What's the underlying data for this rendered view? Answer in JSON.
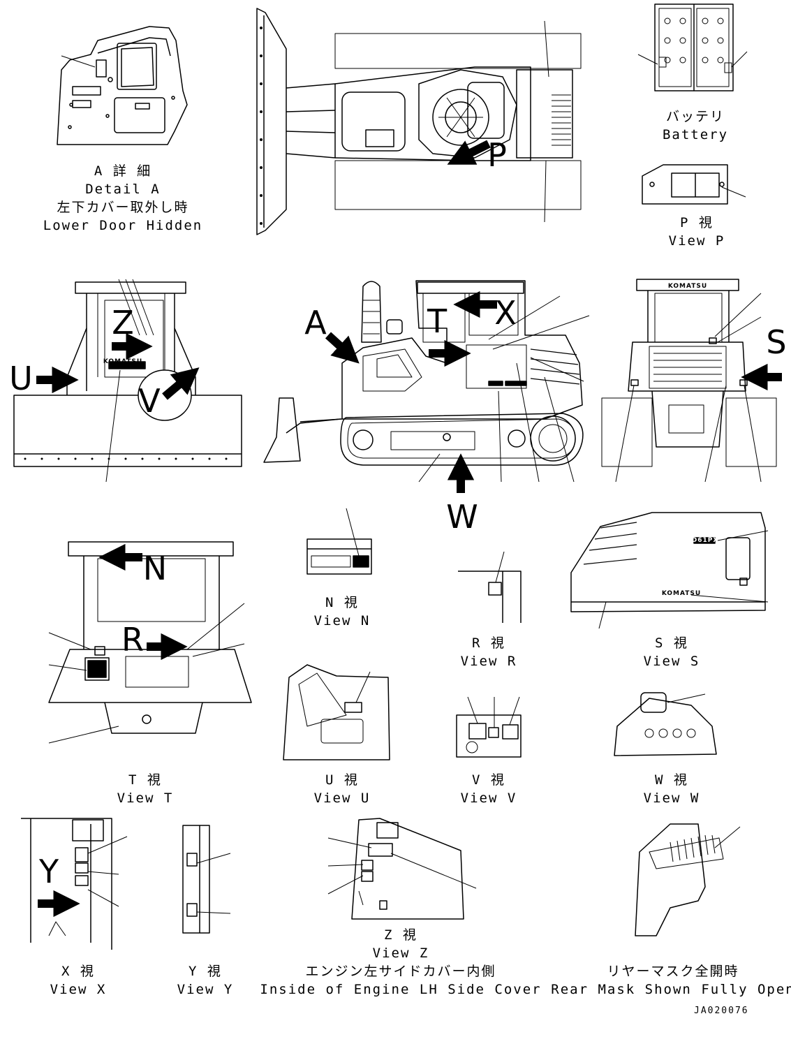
{
  "letters": [
    "A",
    "P",
    "T",
    "X",
    "Z",
    "V",
    "U",
    "S",
    "W",
    "N",
    "R",
    "Y"
  ],
  "brand": "KOMATSU",
  "model_badge": "D61PX",
  "views": {
    "detail_a": {
      "jp": "A 詳 細",
      "en": "Detail A",
      "jp2": "左下カバー取外し時",
      "en2": "Lower Door Hidden"
    },
    "battery": {
      "jp": "バッテリ",
      "en": "Battery"
    },
    "view_p": {
      "jp": "P 視",
      "en": "View P"
    },
    "view_n": {
      "jp": "N 視",
      "en": "View N"
    },
    "view_r": {
      "jp": "R 視",
      "en": "View R"
    },
    "view_s": {
      "jp": "S 視",
      "en": "View S"
    },
    "view_t": {
      "jp": "T 視",
      "en": "View T"
    },
    "view_u": {
      "jp": "U 視",
      "en": "View U"
    },
    "view_v": {
      "jp": "V 視",
      "en": "View V"
    },
    "view_w": {
      "jp": "W 視",
      "en": "View W"
    },
    "view_x": {
      "jp": "X 視",
      "en": "View X"
    },
    "view_y": {
      "jp": "Y 視",
      "en": "View Y"
    },
    "view_z": {
      "jp": "Z 視",
      "en": "View Z",
      "jp2": "エンジン左サイドカバー内側",
      "en2": "Inside of Engine LH Side Cover"
    },
    "rear_mask": {
      "jp": "リヤーマスク全開時",
      "en": "Rear Mask Shown Fully Open"
    }
  },
  "drawing_code": "JA020076"
}
